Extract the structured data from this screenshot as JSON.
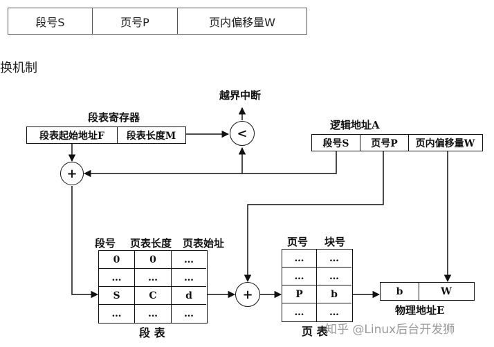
{
  "address_format": {
    "cells": [
      "段号S",
      "页号P",
      "页内偏移量W"
    ]
  },
  "caption": "换机制",
  "overflow_label": "越界中断",
  "compare_symbol": "<",
  "adder_symbol": "+",
  "segment_register": {
    "title": "段表寄存器",
    "fields": [
      "段表起始地址F",
      "段表长度M"
    ]
  },
  "logical_address": {
    "title": "逻辑地址A",
    "fields": [
      "段号S",
      "页号P",
      "页内偏移量W"
    ]
  },
  "segment_table": {
    "headers": [
      "段号",
      "页表长度",
      "页表始址"
    ],
    "rows": [
      [
        "0",
        "0",
        "…"
      ],
      [
        "…",
        "…",
        "…"
      ],
      [
        "S",
        "C",
        "d"
      ],
      [
        "…",
        "…",
        "…"
      ]
    ],
    "label": "段 表"
  },
  "page_table": {
    "headers": [
      "页号",
      "块号"
    ],
    "rows": [
      [
        "…",
        "…"
      ],
      [
        "…",
        "…"
      ],
      [
        "P",
        "b"
      ],
      [
        "…",
        "…"
      ]
    ],
    "label": "页 表"
  },
  "physical_address": {
    "fields": [
      "b",
      "W"
    ],
    "label": "物理地址E"
  },
  "watermark": "知乎 @Linux后台开发狮"
}
